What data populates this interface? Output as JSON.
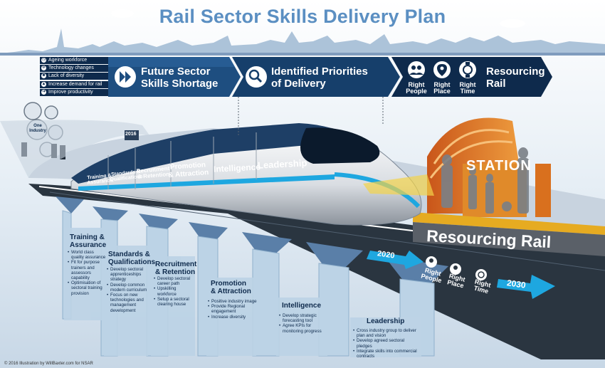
{
  "title": "Rail Sector Skills Delivery Plan",
  "issues": [
    {
      "label": "Ageing workforce",
      "icon": "clock-icon"
    },
    {
      "label": "Technology changes",
      "icon": "gear-icon"
    },
    {
      "label": "Lack of diversity",
      "icon": "people-icon"
    },
    {
      "label": "Increase demand for rail",
      "icon": "chart-icon"
    },
    {
      "label": "Improve productivity",
      "icon": "arrow-icon"
    }
  ],
  "banner": {
    "future_line1": "Future Sector",
    "future_line2": "Skills Shortage",
    "priorities_line1": "Identified Priorities",
    "priorities_line2": "of Delivery",
    "resourcing_line1": "Resourcing",
    "resourcing_line2": "Rail",
    "right_people": [
      "Right",
      "People"
    ],
    "right_place": [
      "Right",
      "Place"
    ],
    "right_time": [
      "Right",
      "Time"
    ]
  },
  "gears": {
    "label_line1": "One",
    "label_line2": "Industry",
    "year_start": "2016"
  },
  "train_cars": {
    "c1": [
      "Training &",
      "Assurance"
    ],
    "c2": [
      "Standards &",
      "Qualifications"
    ],
    "c3": [
      "Recruitment",
      "& Retention"
    ],
    "c4": [
      "Promotion",
      "& Attraction"
    ],
    "c5": "Intelligence",
    "c6": "Leadership"
  },
  "station": {
    "sign": "STATION",
    "platform_label": "Resourcing Rail"
  },
  "track": {
    "year_2020": "2020",
    "year_2030": "2030",
    "right_people": [
      "Right",
      "People"
    ],
    "right_place": [
      "Right",
      "Place"
    ],
    "right_time": [
      "Right",
      "Time"
    ]
  },
  "pillars": [
    {
      "title": [
        "Training &",
        "Assurance"
      ],
      "items": [
        "World class quality assurance",
        "Fit for purpose trainers and assessors capability",
        "Optimisation of sectoral training provision"
      ]
    },
    {
      "title": [
        "Standards &",
        "Qualifications"
      ],
      "items": [
        "Develop sectoral apprenticeships strategy",
        "Develop common modern curriculum",
        "Focus on new technologies and management development"
      ]
    },
    {
      "title": [
        "Recruitment",
        "& Retention"
      ],
      "items": [
        "Develop sectoral career path",
        "Upskilling workforce",
        "Setup a sectoral clearing house"
      ]
    },
    {
      "title": [
        "Promotion",
        "& Attraction"
      ],
      "items": [
        "Positive industry image",
        "Provide Regional engagement",
        "Increase diversity"
      ]
    },
    {
      "title": [
        "Intelligence"
      ],
      "items": [
        "Develop strategic forecasting tool",
        "Agree KPIs for monitoring progress"
      ]
    },
    {
      "title": [
        "Leadership"
      ],
      "items": [
        "Cross industry group to deliver plan and vision",
        "Develop agreed sectoral pledges",
        "Integrate skills into commercial contracts"
      ]
    }
  ],
  "copyright": "© 2016 Illustration by WillBaxter.com for NSAR",
  "colors": {
    "navy": "#0e2a4c",
    "blue": "#2a6fb0",
    "sky": "#bcd3e6",
    "accent": "#1ea7e0",
    "orange": "#d9701e",
    "title": "#5b8fc2"
  }
}
